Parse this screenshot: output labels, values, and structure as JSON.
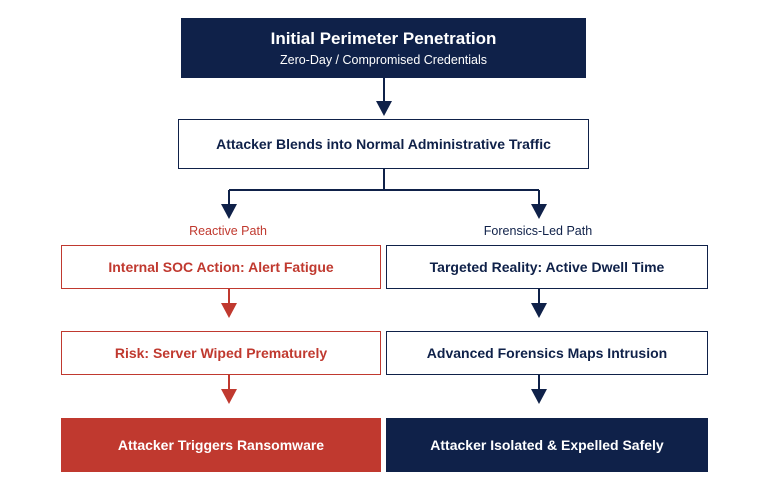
{
  "flow": {
    "start": {
      "title": "Initial Perimeter Penetration",
      "subtitle": "Zero-Day / Compromised Credentials"
    },
    "blend": {
      "title": "Attacker Blends into Normal Administrative Traffic"
    },
    "reactive_path": {
      "label": "Reactive Path",
      "step1": "Internal SOC Action: Alert Fatigue",
      "step2": "Risk: Server Wiped Prematurely",
      "outcome": "Attacker Triggers Ransomware"
    },
    "forensics_path": {
      "label": "Forensics-Led Path",
      "step1": "Targeted Reality: Active Dwell Time",
      "step2": "Advanced Forensics Maps Intrusion",
      "outcome": "Attacker Isolated & Expelled Safely"
    }
  },
  "colors": {
    "navy": "#0f2149",
    "red": "#c0392f",
    "background": "#ffffff"
  }
}
